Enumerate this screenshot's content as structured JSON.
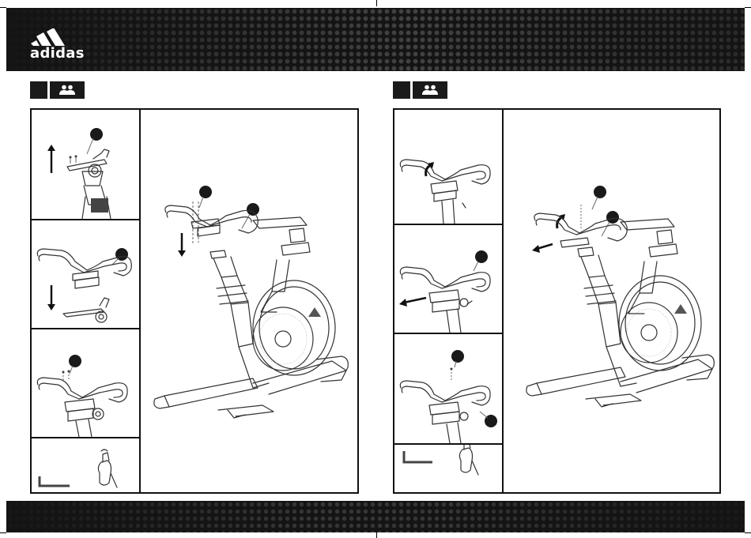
{
  "brand": {
    "logo_text": "adidas",
    "icon": "adidas-three-stripes-logo-icon"
  },
  "colors": {
    "band": "#141414",
    "line_art": "#333333",
    "marker": "#1a1a1a"
  },
  "steps": [
    {
      "id": "left",
      "header_icons": [
        "step-number-box",
        "two-people-icon"
      ],
      "substeps": [
        "lift-top-cover-icon",
        "lower-handlebar-icon",
        "fasten-screws-icon",
        "allen-key-and-hand-icon"
      ],
      "main_illustration": "exercise-bike-handlebar-install-icon"
    },
    {
      "id": "right",
      "header_icons": [
        "step-number-box",
        "two-people-icon"
      ],
      "substeps": [
        "rotate-lever-icon",
        "slide-handlebar-icon",
        "fasten-screws-icon",
        "allen-key-and-hand-icon"
      ],
      "main_illustration": "exercise-bike-handlebar-adjust-icon"
    }
  ]
}
